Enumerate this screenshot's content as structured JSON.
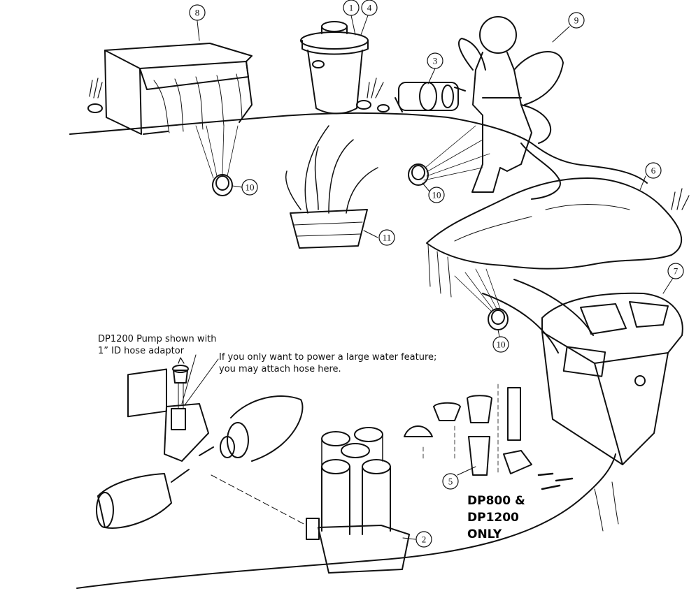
{
  "callouts": {
    "c1": "1",
    "c2": "2",
    "c3": "3",
    "c4": "4",
    "c5": "5",
    "c6": "6",
    "c7": "7",
    "c8": "8",
    "c9": "9",
    "c10a": "10",
    "c10b": "10",
    "c10c": "10",
    "c11": "11"
  },
  "notes": {
    "pump_line1": "DP1200 Pump shown with",
    "pump_line2": "1” ID hose adaptor",
    "hose_line1": "If you only want to power a large water feature;",
    "hose_line2": "you may attach hose here.",
    "models_line1": "DP800 &",
    "models_line2": "DP1200",
    "models_line3": "ONLY"
  }
}
